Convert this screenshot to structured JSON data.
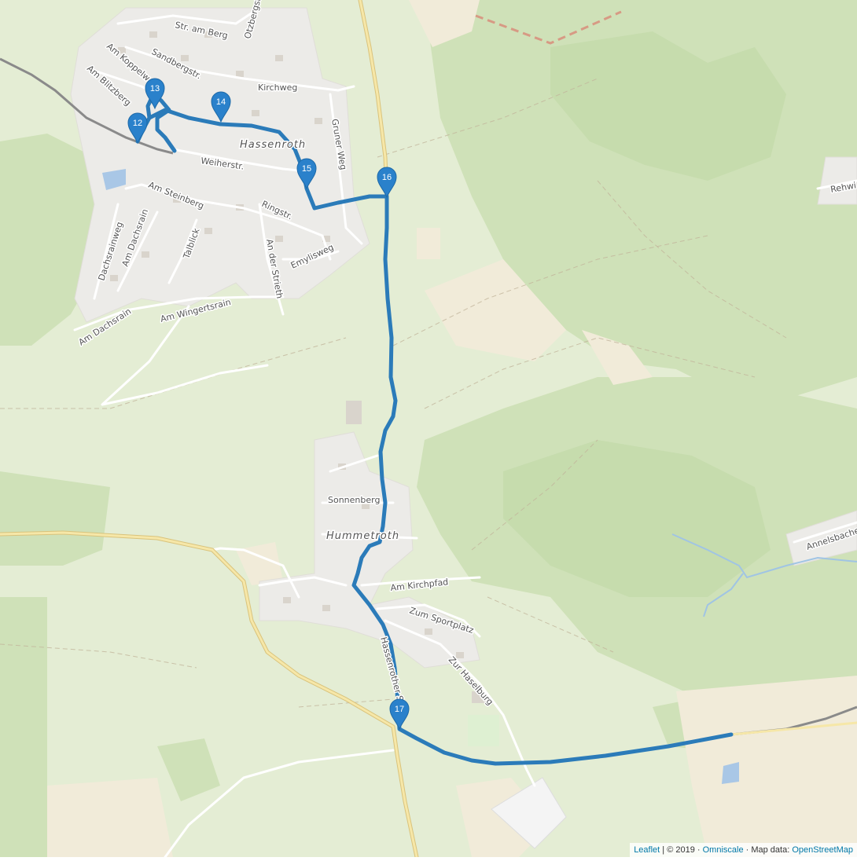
{
  "map": {
    "places": {
      "hassenroth": "Hassenroth",
      "hummetroth": "Hummetroth"
    },
    "streets": {
      "str_am_berg": "Str. am Berg",
      "otzbergstr": "Otzbergstr.",
      "sandbergstr": "Sandbergstr.",
      "am_koppel": "Am Koppelw",
      "am_blitzberg": "Am Blitzberg",
      "kirchweg": "Kirchweg",
      "gruner_weg": "Gruner Weg",
      "weiherstr": "Weiherstr.",
      "am_steinberg": "Am Steinberg",
      "ringstr": "Ringstr.",
      "dachsrainweg": "Dachsrainweg",
      "am_dachsrain": "Am Dachsrain",
      "talblick": "Talblick",
      "an_der_strieth": "An der Strieth",
      "emylisweg": "Emylisweg",
      "am_dachsrain2": "Am Dachsrain",
      "am_wingertsrain": "Am Wingertsrain",
      "rehwi": "Rehwi",
      "sonnenberg": "Sonnenberg",
      "am_kirchpfad": "Am Kirchpfad",
      "zum_sportplatz": "Zum Sportplatz",
      "zur_haselburg": "Zur Haselburg",
      "annelsbacher": "Annelsbache",
      "hassenroth_str": "Hassenrother Str."
    },
    "markers": [
      {
        "id": "12",
        "label": "12"
      },
      {
        "id": "13",
        "label": "13"
      },
      {
        "id": "14",
        "label": "14"
      },
      {
        "id": "15",
        "label": "15"
      },
      {
        "id": "16",
        "label": "16"
      },
      {
        "id": "17",
        "label": "17"
      }
    ],
    "colors": {
      "route": "#2b7bb9",
      "marker": "#2a81cb",
      "forest": "#cfe3b9",
      "meadow": "#e4edd4",
      "residential": "#ecebe8"
    }
  },
  "attribution": {
    "leaflet": "Leaflet",
    "sep1": " | © 2019 · ",
    "omniscale": "Omniscale",
    "sep2": " · Map data: ",
    "osm": "OpenStreetMap"
  }
}
